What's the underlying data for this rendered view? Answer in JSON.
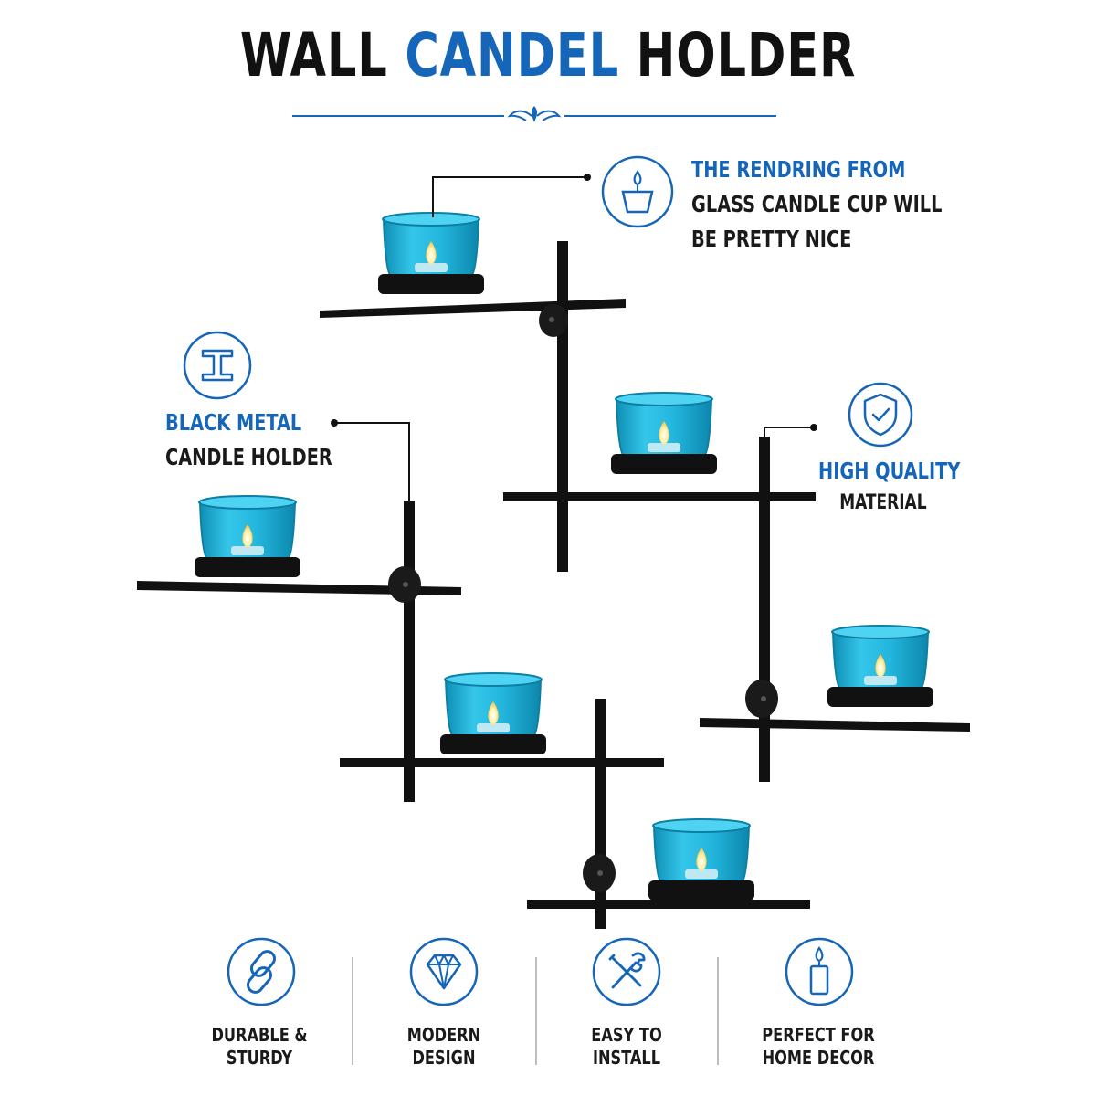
{
  "title": {
    "part1": "WALL",
    "accent": "CANDEL",
    "part2": "HOLDER"
  },
  "callouts": {
    "glass": {
      "heading": "THE RENDRING FROM",
      "line1": "GLASS CANDLE CUP WILL",
      "line2": "BE PRETTY NICE",
      "icon": "candle-cup-icon"
    },
    "metal": {
      "heading": "BLACK METAL",
      "line1": "CANDLE HOLDER",
      "icon": "steel-beam-icon"
    },
    "quality": {
      "heading": "HIGH QUALITY",
      "line1": "MATERIAL",
      "icon": "shield-check-icon"
    }
  },
  "features": [
    {
      "icon": "chain-link-icon",
      "line1": "DURABLE &",
      "line2": "STURDY"
    },
    {
      "icon": "diamond-icon",
      "line1": "MODERN",
      "line2": "DESIGN"
    },
    {
      "icon": "tools-icon",
      "line1": "EASY TO",
      "line2": "INSTALL"
    },
    {
      "icon": "candle-icon",
      "line1": "PERFECT FOR",
      "line2": "HOME DECOR"
    }
  ],
  "colors": {
    "accent": "#1565b8",
    "glass": "#1fb3dc",
    "metal": "#111111"
  }
}
